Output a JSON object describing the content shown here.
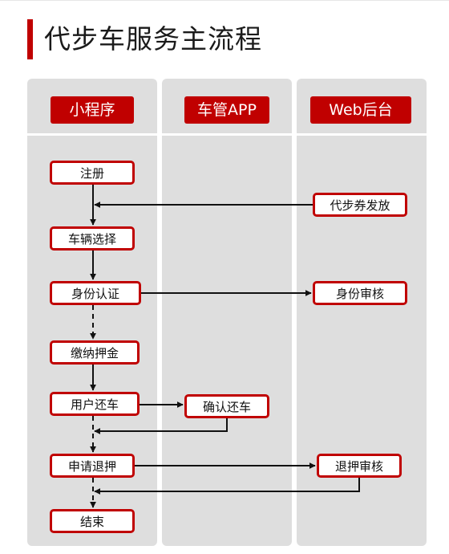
{
  "title": "代步车服务主流程",
  "lanes": {
    "mini_program": "小程序",
    "car_app": "车管APP",
    "web_backend": "Web后台"
  },
  "steps": {
    "register": "注册",
    "vehicle_select": "车辆选择",
    "id_verify": "身份认证",
    "pay_deposit": "缴纳押金",
    "user_return": "用户还车",
    "apply_refund": "申请退押",
    "end": "结束",
    "confirm_return": "确认还车",
    "voucher_issue": "代步券发放",
    "id_review": "身份审核",
    "refund_review": "退押审核"
  },
  "colors": {
    "accent": "#c00000",
    "lane_bg": "#dedede",
    "arrow": "#111111"
  }
}
